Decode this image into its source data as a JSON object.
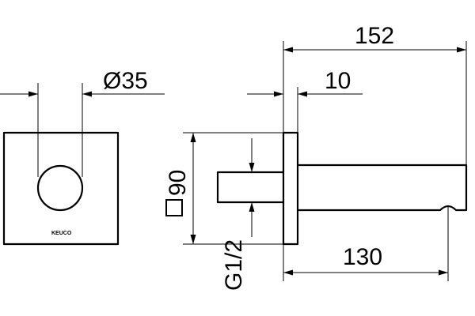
{
  "dimensions": {
    "diameter": "Ø35",
    "square": "90",
    "overall_length": "152",
    "plate_thickness": "10",
    "spout_length": "130",
    "thread": "G1/2"
  },
  "brand": "KEUCO"
}
